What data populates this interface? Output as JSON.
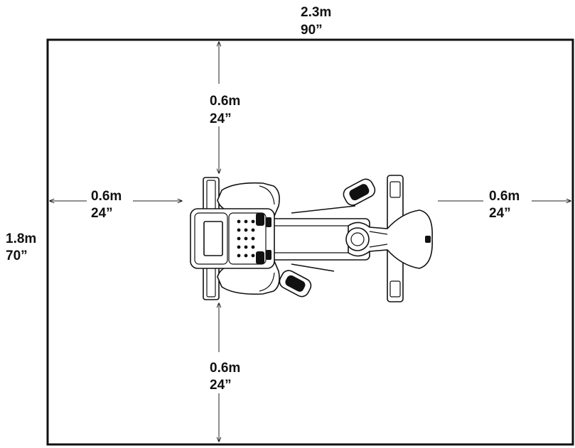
{
  "overall": {
    "length_m": "2.3m",
    "length_in": "90”",
    "width_m": "1.8m",
    "width_in": "70”"
  },
  "clearance": {
    "top": {
      "m": "0.6m",
      "in": "24”"
    },
    "bottom": {
      "m": "0.6m",
      "in": "24”"
    },
    "left": {
      "m": "0.6m",
      "in": "24”"
    },
    "right": {
      "m": "0.6m",
      "in": "24”"
    }
  },
  "colors": {
    "line": "#111111",
    "background": "#ffffff"
  },
  "icons": [
    "arrow-head-icon",
    "elliptical-machine-topview-icon"
  ]
}
